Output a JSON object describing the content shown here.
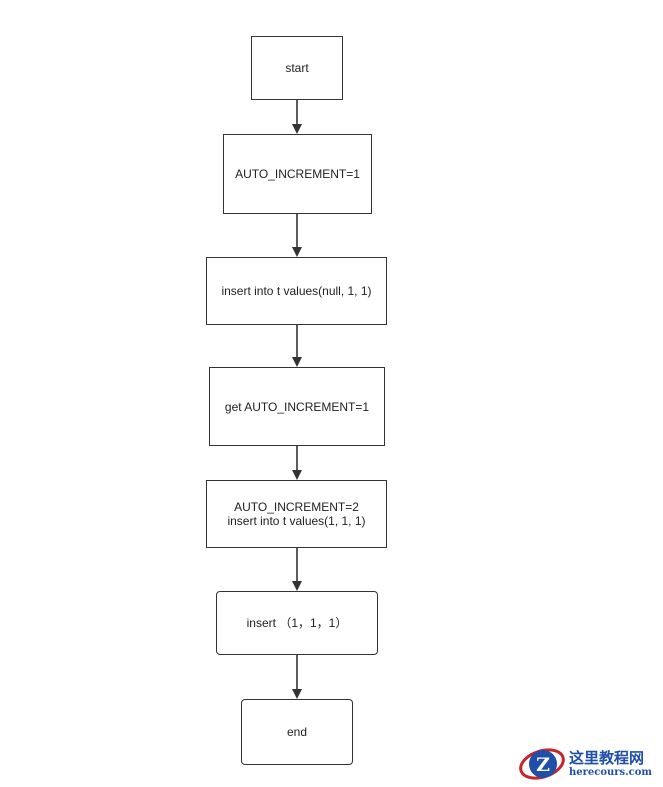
{
  "diagram": {
    "nodes": [
      {
        "id": "start",
        "lines": [
          "start"
        ]
      },
      {
        "id": "auto1",
        "lines": [
          "AUTO_INCREMENT=1"
        ]
      },
      {
        "id": "ins1",
        "lines": [
          "insert into t values(null, 1, 1)"
        ]
      },
      {
        "id": "get",
        "lines": [
          "get AUTO_INCREMENT=1"
        ]
      },
      {
        "id": "auto2",
        "lines": [
          "AUTO_INCREMENT=2",
          "insert into t values(1, 1, 1)"
        ]
      },
      {
        "id": "ins2",
        "lines": [
          "insert （1，1，1）"
        ]
      },
      {
        "id": "end",
        "lines": [
          "end"
        ]
      }
    ],
    "edges": [
      {
        "from": "start",
        "to": "auto1"
      },
      {
        "from": "auto1",
        "to": "ins1"
      },
      {
        "from": "ins1",
        "to": "get"
      },
      {
        "from": "get",
        "to": "auto2"
      },
      {
        "from": "auto2",
        "to": "ins2"
      },
      {
        "from": "ins2",
        "to": "end"
      }
    ]
  },
  "watermark": {
    "title": "这里教程网",
    "url": "herecours.com",
    "logo_icon": "z-logo-icon"
  },
  "colors": {
    "stroke": "#333333",
    "watermark_blue": "#1f4fa8",
    "watermark_red": "#c8242b"
  }
}
